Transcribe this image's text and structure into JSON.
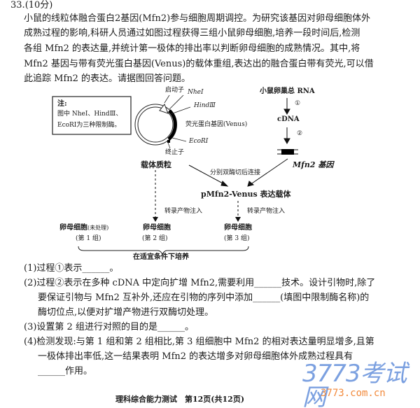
{
  "question": {
    "number": "33.",
    "score": "(10分)",
    "intro_lines": [
      "小鼠的线粒体融合蛋白2基因(Mfn2)参与细胞周期调控。为研究该基因对卵母细胞体外",
      "成熟过程的影响,科研人员通过如图过程获得三组小鼠卵母细胞,培养一段时间后,检测",
      "各组 Mfn2 的表达量,并统计第一极体的排出率以判断卵母细胞的成熟情况。其中,将",
      "Mfn2 基因与带有荧光蛋白基因(Venus)的载体重组,表达出的融合蛋白带有荧光,可以借",
      "此追踪 Mfn2 的表达。请据图回答问题。"
    ]
  },
  "diagram": {
    "note_title": "注:",
    "note_lines": [
      "图中 NheⅠ、HindⅢ、",
      "EcoRⅠ为三种限制酶。"
    ],
    "promoter": "启动子",
    "nhe": "NheⅠ",
    "hind": "HindⅢ",
    "venus": "荧光蛋白基因(Venus)",
    "eco": "EcoRⅠ",
    "terminator": "终止子",
    "plasmid": "载体质粒",
    "rna": "小鼠卵巢总 RNA",
    "step1": "①",
    "cdna": "cDNA",
    "step2": "②",
    "gene": "Mfn2 基因",
    "ligate": "分别双酶切后连接",
    "vector": "pMfn2-Venus 表达载体",
    "inject1": "转录产物注入",
    "inject2": "转录产物注入",
    "cells": [
      {
        "name": "卵母细胞",
        "note": "(未处理)",
        "group": "(第 1 组)"
      },
      {
        "name": "卵母细胞",
        "note": "",
        "group": "(第 2 组)"
      },
      {
        "name": "卵母细胞",
        "note": "",
        "group": "(第 3 组)"
      }
    ],
    "culture": "在适宜条件下培养"
  },
  "sub_questions": [
    "(1)过程①表示______。",
    "(2)过程②表示在多种 cDNA 中定向扩增 Mfn2,需要利用______技术。设计引物时,除了",
    "要保证引物与 Mfn2 互补外,还应在引物的序列中添加______(填图中限制酶名称)的",
    "酶切位点,以便对扩增产物进行双酶切处理。",
    "(3)设置第 2 组进行对照的目的是______。",
    "(4)检测发现:与第 1 组和第 2 组相比,第 3 组细胞中 Mfn2 的相对表达量明显增多,且第",
    "一极体排出率低,这一结果表明 Mfn2 的表达增多对卵母细胞体外成熟过程具有",
    "______作用。"
  ],
  "footer": "理科综合能力测试　第12页(共12页)",
  "watermark": {
    "logo": "3773考试网",
    "url": "3773.com.cn"
  }
}
